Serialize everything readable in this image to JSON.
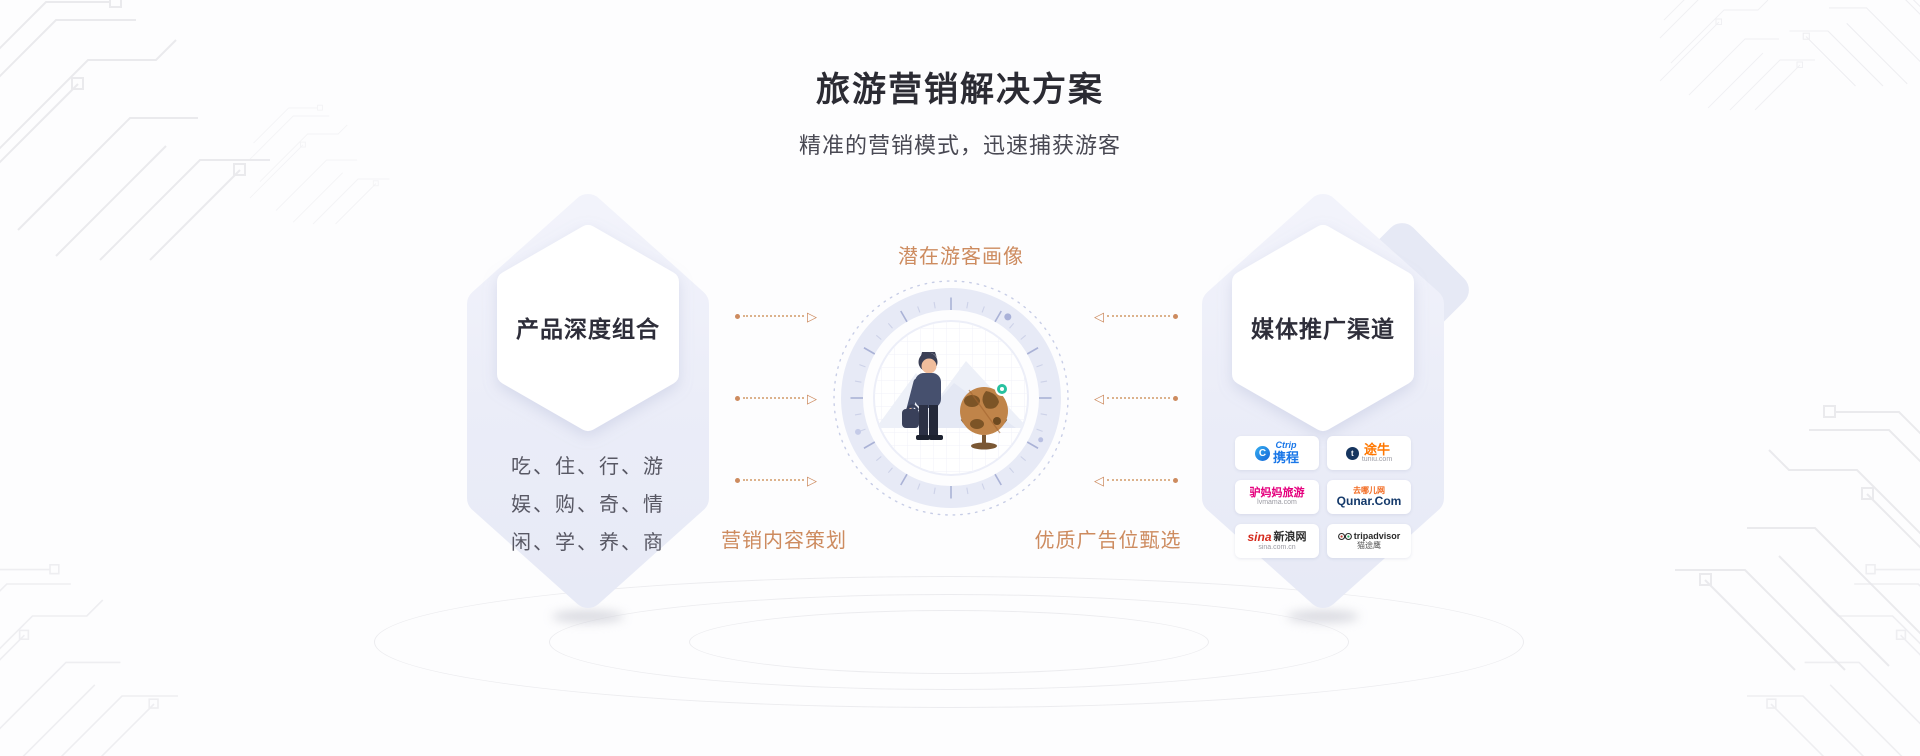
{
  "page": {
    "title": "旅游营销解决方案",
    "subtitle": "精准的营销模式，迅速捕获游客"
  },
  "left_card": {
    "title": "产品深度组合",
    "lines": [
      "吃、住、行、游",
      "娱、购、奇、情",
      "闲、学、养、商"
    ]
  },
  "right_card": {
    "title": "媒体推广渠道",
    "logos": [
      {
        "name": "ctrip",
        "t1": "Ctrip",
        "t2": "携程",
        "sub": "",
        "color": "#1a77e8"
      },
      {
        "name": "tuniu",
        "t1": "途牛",
        "t2": "",
        "sub": "tuniu.com",
        "color": "#ff7700"
      },
      {
        "name": "lvmama",
        "t1": "驴妈妈旅游",
        "t2": "",
        "sub": "lvmama.com",
        "color": "#e5007d"
      },
      {
        "name": "qunar",
        "t1": "Qunar.Com",
        "t2": "去哪儿网",
        "sub": "",
        "color": "#14396a"
      },
      {
        "name": "sina",
        "t1": "sina",
        "t2": "新浪网",
        "sub": "sina.com.cn",
        "color": "#d52b1e"
      },
      {
        "name": "tripadvisor",
        "t1": "tripadvisor",
        "t2": "猫途鹰",
        "sub": "",
        "color": "#2b2b2b"
      }
    ]
  },
  "diagram": {
    "label_top": "潜在游客画像",
    "label_bottom_left": "营销内容策划",
    "label_bottom_right": "优质广告位甄选",
    "accent_color": "#cd8b5f",
    "arrowhead_right": "▷",
    "arrowhead_left": "◁"
  },
  "colors": {
    "hexagon_fill": "#ebedf8",
    "title_text": "#2b2b33",
    "body_text": "#585864"
  }
}
